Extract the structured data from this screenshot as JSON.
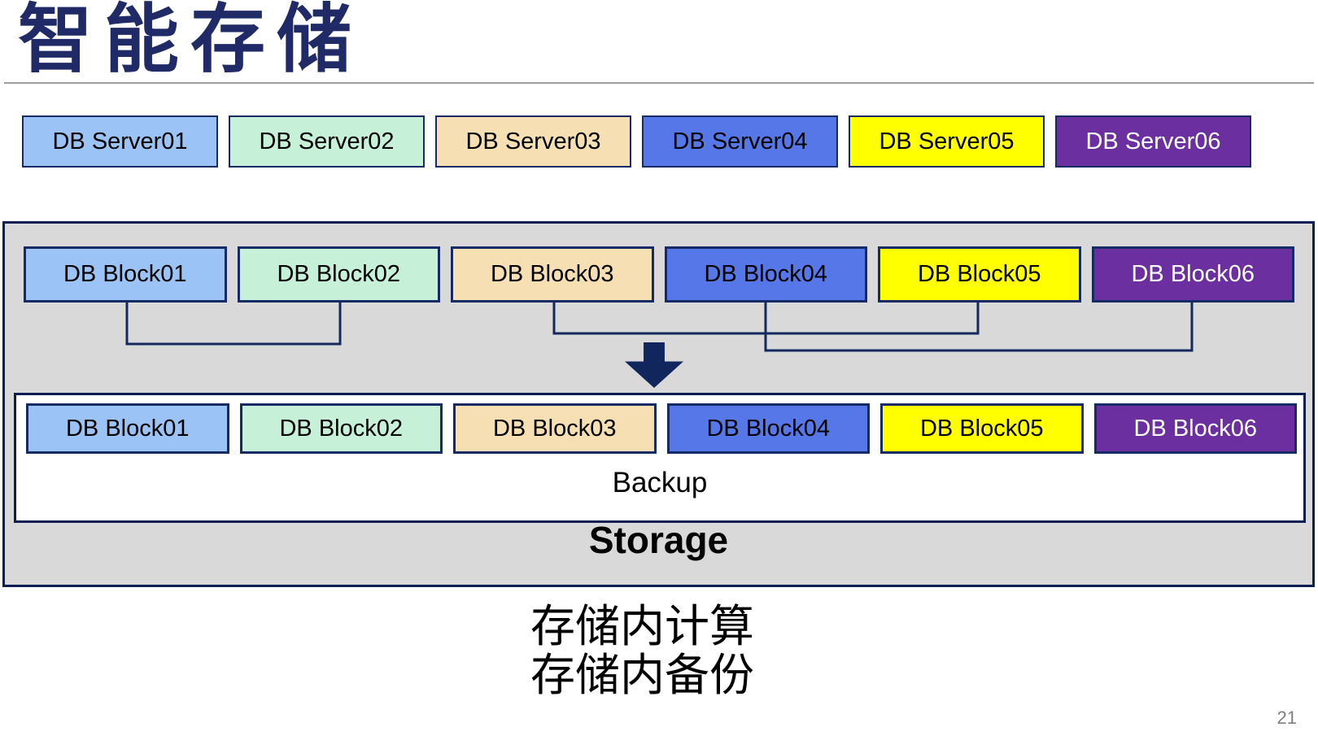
{
  "page": {
    "title": "智能存储",
    "page_number": "21"
  },
  "palette": {
    "title_navy": "#1f2a66",
    "box_border_navy": "#152b66",
    "container_border_navy": "#0b1f55",
    "connector_navy": "#14295e",
    "arrow_navy": "#12265e",
    "container_gray": "#d9d9d9",
    "divider_gray": "#9c9c9c",
    "page_number_gray": "#7f7f7f"
  },
  "box_styles": [
    {
      "bg": "#9cc3f5",
      "fg": "#000000"
    },
    {
      "bg": "#c6f0d8",
      "fg": "#000000"
    },
    {
      "bg": "#f6dfb3",
      "fg": "#000000"
    },
    {
      "bg": "#5677e8",
      "fg": "#000000"
    },
    {
      "bg": "#ffff00",
      "fg": "#000000"
    },
    {
      "bg": "#6b2f9f",
      "fg": "#ffffff"
    }
  ],
  "server_row": {
    "items": [
      {
        "label": "DB Server01"
      },
      {
        "label": "DB Server02"
      },
      {
        "label": "DB Server03"
      },
      {
        "label": "DB Server04"
      },
      {
        "label": "DB Server05"
      },
      {
        "label": "DB Server06"
      }
    ]
  },
  "block_row_top": {
    "items": [
      {
        "label": "DB Block01"
      },
      {
        "label": "DB Block02"
      },
      {
        "label": "DB Block03"
      },
      {
        "label": "DB Block04"
      },
      {
        "label": "DB Block05"
      },
      {
        "label": "DB Block06"
      }
    ]
  },
  "backup_box": {
    "backup_label": "Backup",
    "items": [
      {
        "label": "DB Block01"
      },
      {
        "label": "DB Block02"
      },
      {
        "label": "DB Block03"
      },
      {
        "label": "DB Block04"
      },
      {
        "label": "DB Block05"
      },
      {
        "label": "DB Block06"
      }
    ]
  },
  "storage": {
    "label": "Storage"
  },
  "annotation": {
    "line1": "存储内计算",
    "line2": "存储内备份"
  },
  "icons": {
    "down_arrow_icon": "filled navy block arrow pointing down"
  }
}
